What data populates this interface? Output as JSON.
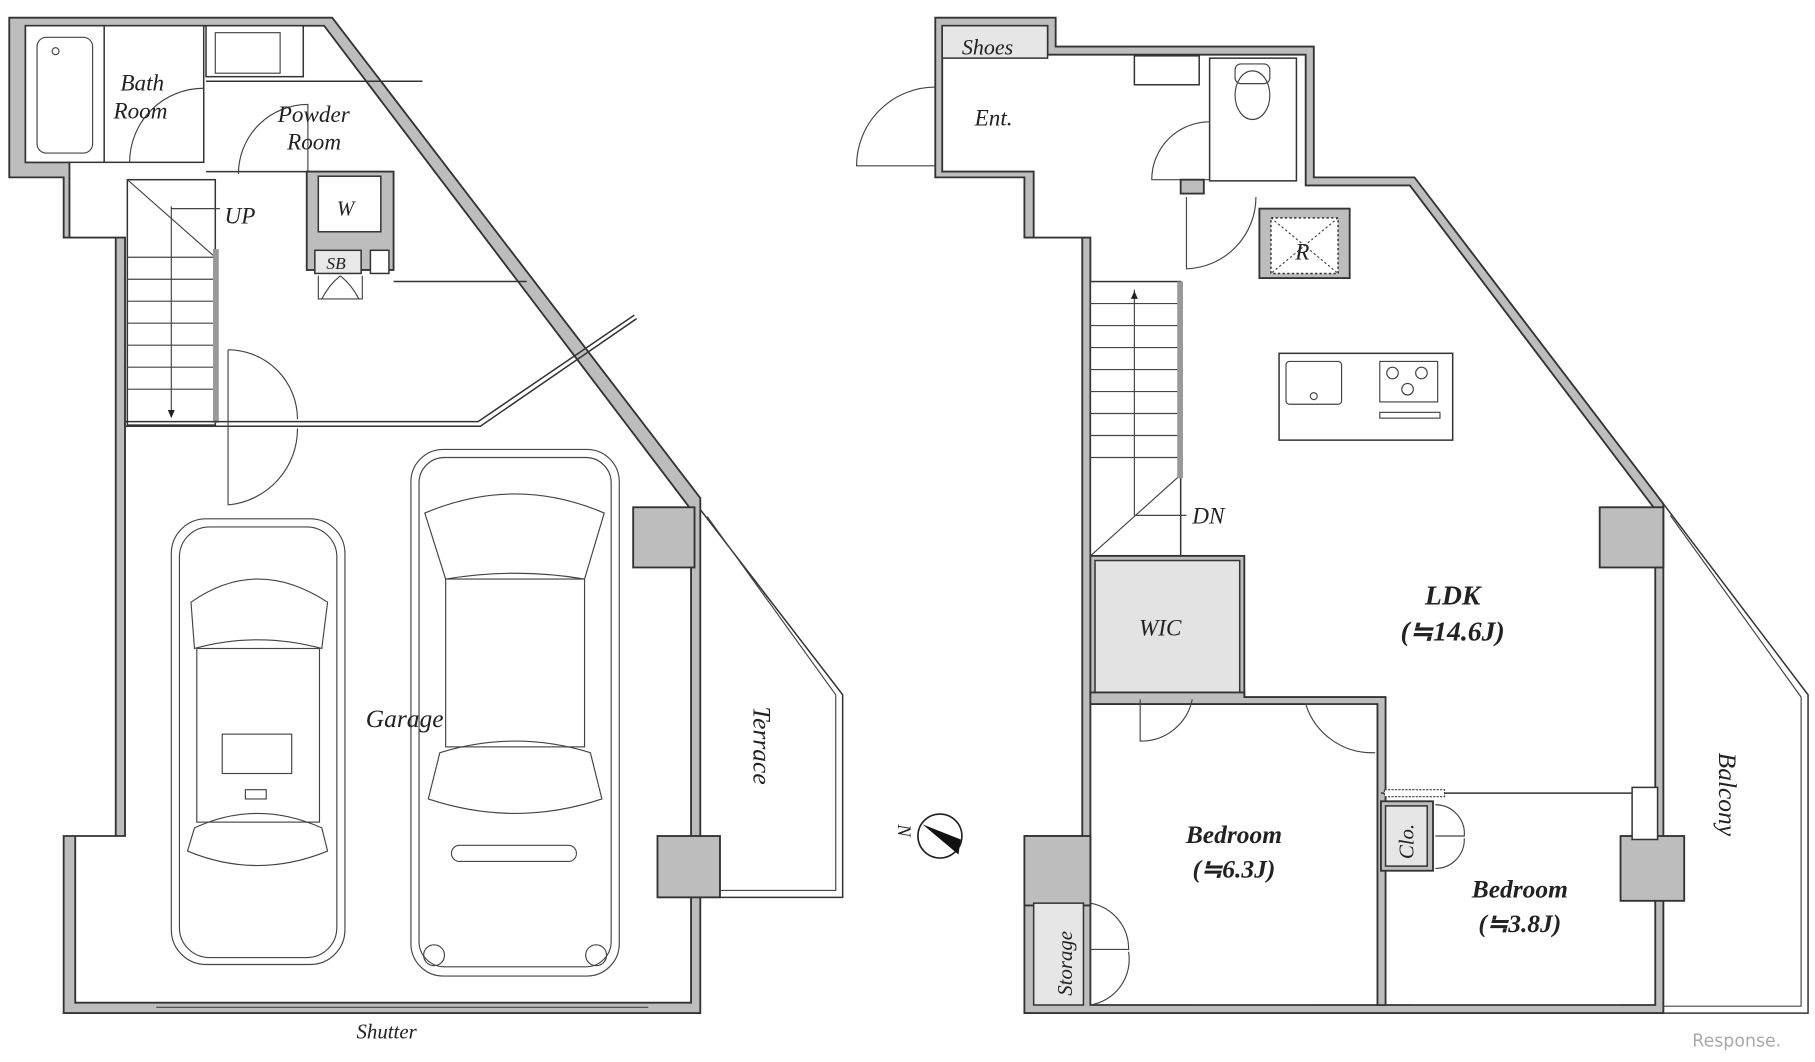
{
  "first_floor": {
    "bath_room": [
      "Bath",
      "Room"
    ],
    "powder_room": [
      "Powder",
      "Room"
    ],
    "washer": "W",
    "shoe_box": "SB",
    "stairs": "UP",
    "garage": "Garage",
    "terrace": "Terrace",
    "shutter": "Shutter"
  },
  "second_floor": {
    "shoes": "Shoes",
    "entrance": "Ent.",
    "refrigerator": "R",
    "stairs": "DN",
    "wic": "WIC",
    "ldk": {
      "name": "LDK",
      "size": "(≒14.6J)"
    },
    "bedroom_large": {
      "name": "Bedroom",
      "size": "(≒6.3J)"
    },
    "bedroom_small": {
      "name": "Bedroom",
      "size": "(≒3.8J)"
    },
    "closet": "Clo.",
    "storage": "Storage",
    "balcony": "Balcony"
  },
  "compass": "N",
  "watermark": "Response."
}
